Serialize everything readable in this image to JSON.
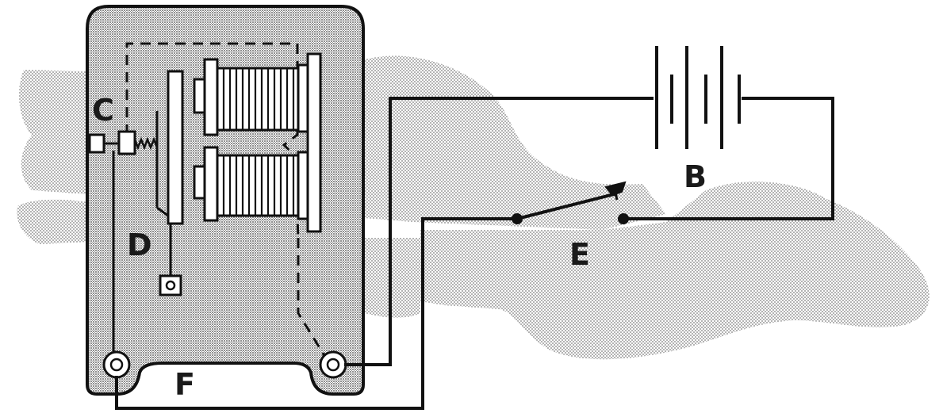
{
  "labels": {
    "c": "C",
    "d": "D",
    "b": "B",
    "e": "E",
    "f": "F"
  },
  "colors": {
    "ink": "#111111",
    "stipple": "#8a8a8a",
    "background": "#ffffff"
  }
}
